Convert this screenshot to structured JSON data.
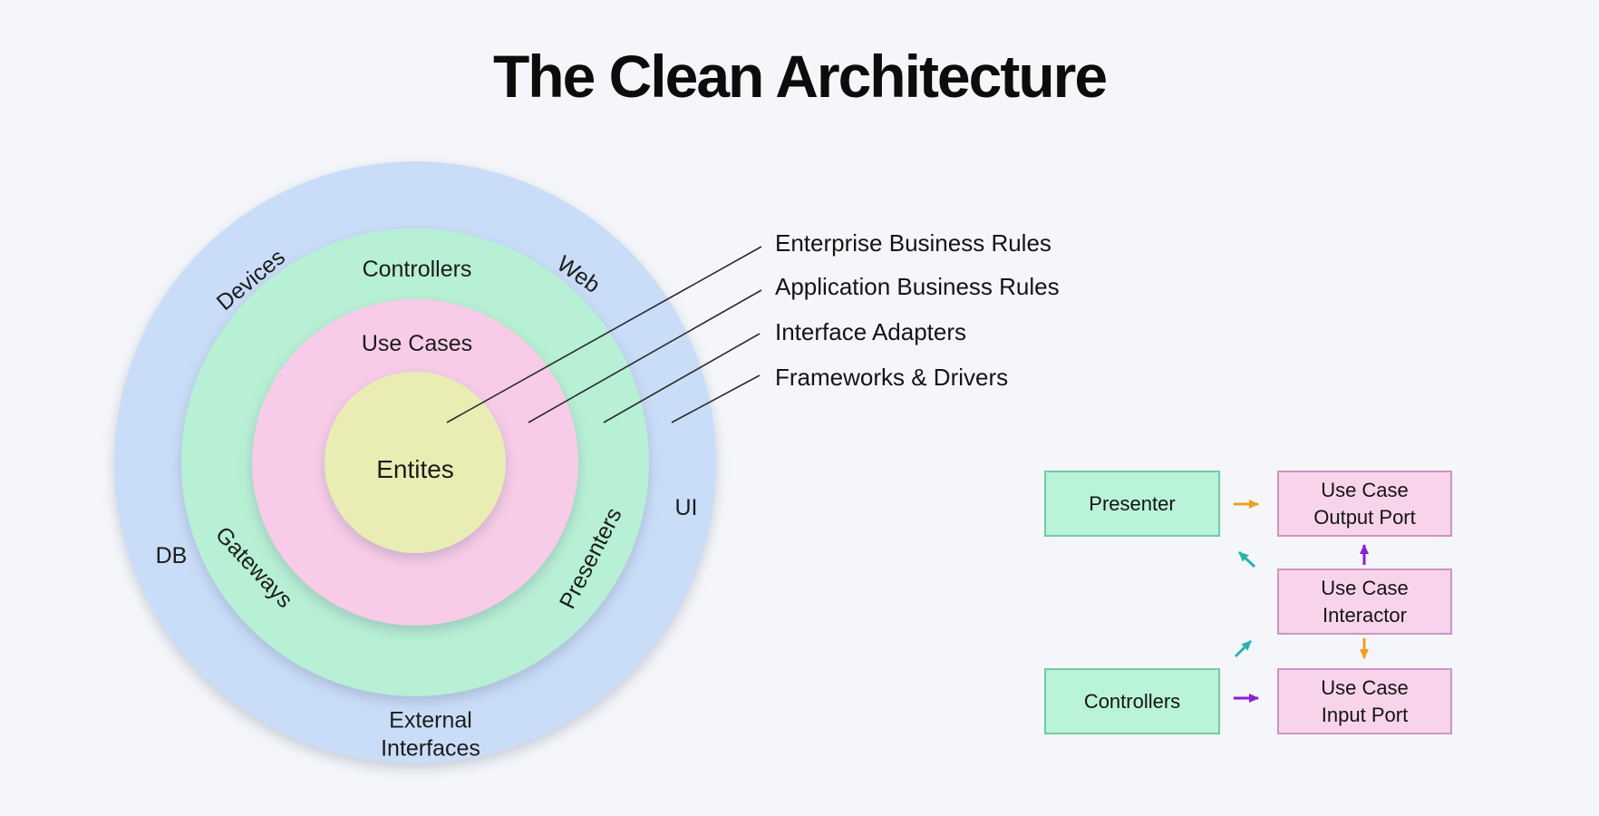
{
  "title": "The Clean Architecture",
  "colors": {
    "background": "#f4f6f9",
    "frameworks_ring": "#c9ddf8",
    "adapters_ring": "#b7f0d4",
    "application_ring": "#f8cce8",
    "entities_circle": "#e9edb3",
    "callout_line": "#2b2b2b",
    "green_box_fill": "#b9f3d8",
    "green_box_border": "#74c9a7",
    "pink_box_fill": "#f8d4ec",
    "pink_box_border": "#cf93c1",
    "arrow_orange": "#ef9f22",
    "arrow_teal": "#2ab3ae",
    "arrow_purple": "#8a1fd4"
  },
  "rings": {
    "entities_label": "Entites",
    "use_cases_label": "Use Cases",
    "controllers_label": "Controllers",
    "gateways_label": "Gateways",
    "presenters_label": "Presenters",
    "devices_label": "Devices",
    "web_label": "Web",
    "db_label": "DB",
    "ui_label": "UI",
    "external_interfaces_label": "External\nInterfaces"
  },
  "callouts": {
    "enterprise": "Enterprise Business Rules",
    "application": "Application Business Rules",
    "adapters": "Interface Adapters",
    "frameworks": "Frameworks & Drivers"
  },
  "flow": {
    "presenter": "Presenter",
    "controllers": "Controllers",
    "output_port": "Use Case\nOutput Port",
    "interactor": "Use Case\nInteractor",
    "input_port": "Use Case\nInput Port"
  }
}
